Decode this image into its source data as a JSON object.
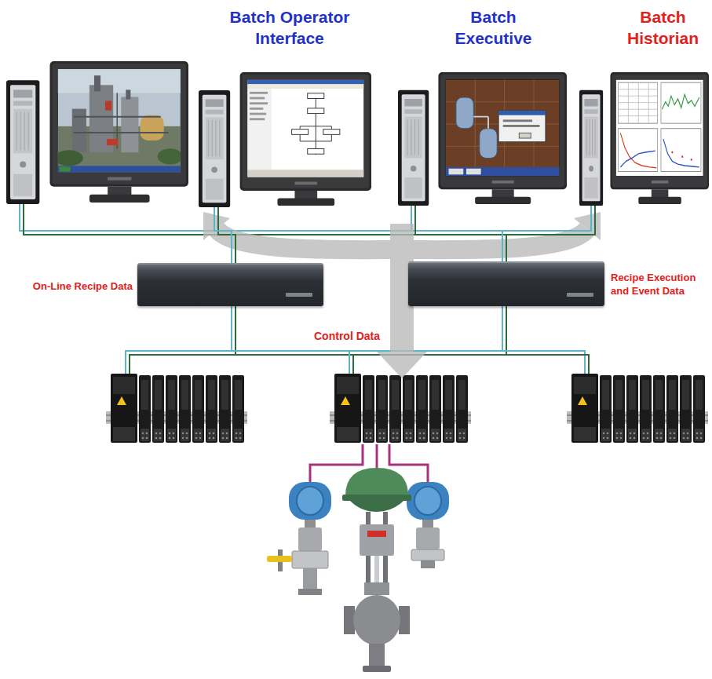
{
  "diagram": {
    "nodes": [
      {
        "text": [
          "Batch Operator Interface"
        ]
      },
      {
        "text": [
          "Batch Executive"
        ]
      },
      {
        "text": [
          "Batch Historian"
        ]
      },
      {
        "text": [
          "On-Line Recipe Data"
        ]
      },
      {
        "text": [
          "Recipe Execution and Event Data"
        ]
      }
    ],
    "edges": [
      {
        "from": 0,
        "to": 3,
        "arrow": "none"
      },
      {
        "from": 2,
        "to": 4,
        "arrow": "none"
      }
    ],
    "labels": [
      "Control Data"
    ]
  }
}
